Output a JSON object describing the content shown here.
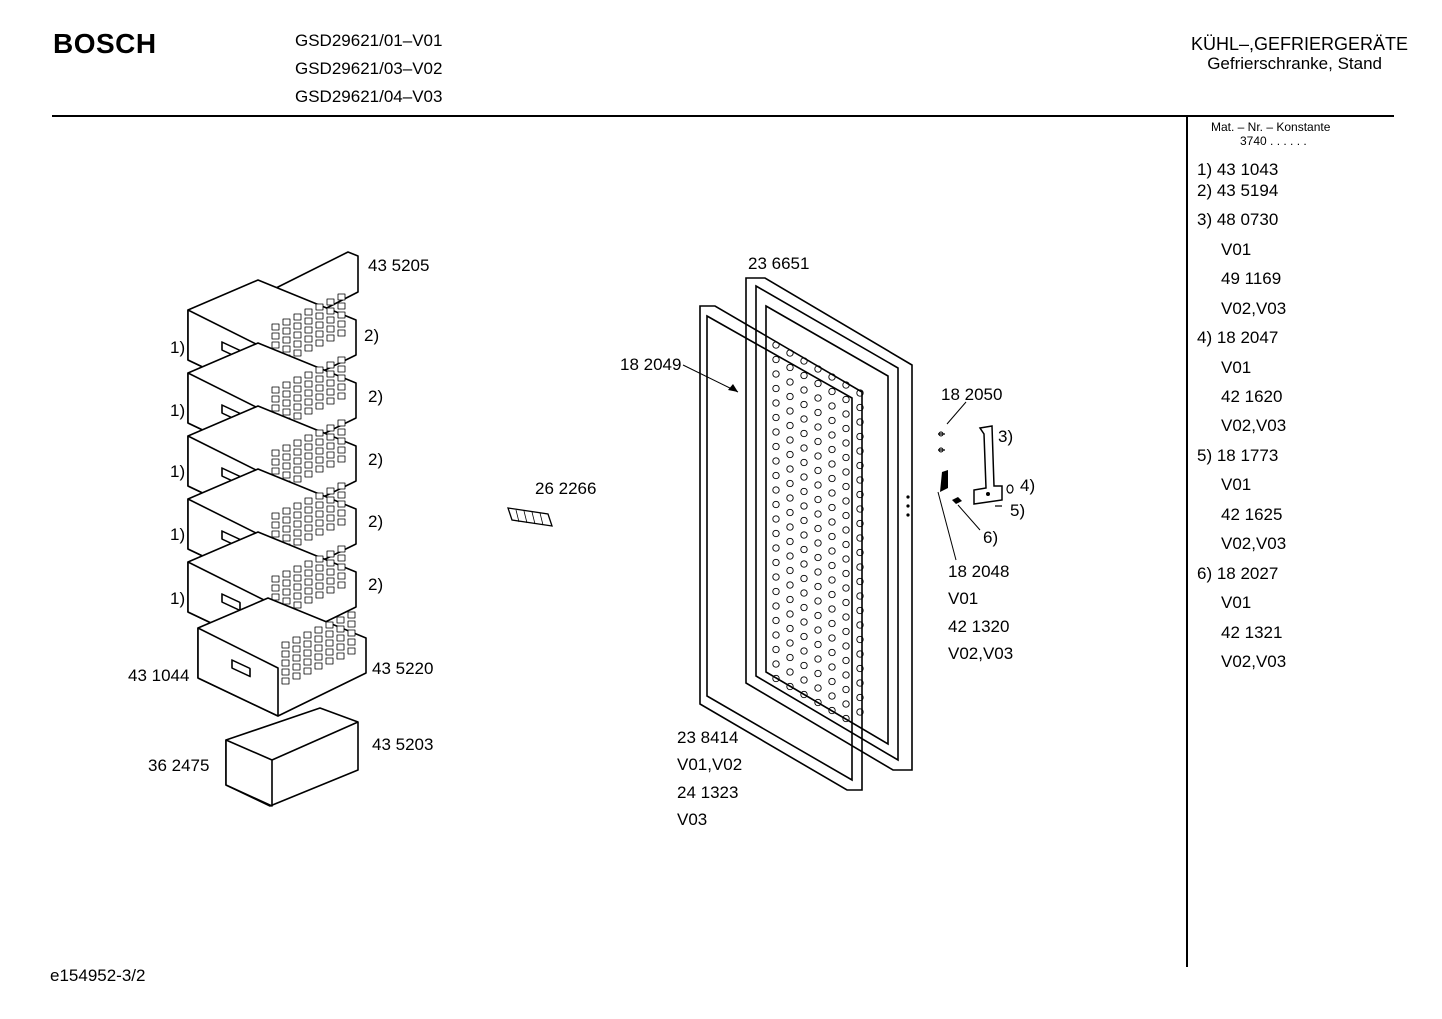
{
  "header": {
    "brand": "BOSCH",
    "models": [
      "GSD29621/01–V01",
      "GSD29621/03–V02",
      "GSD29621/04–V03"
    ],
    "category": "KÜHL–,GEFRIERGERÄTE",
    "subcategory": "Gefrierschranke, Stand"
  },
  "sidebar": {
    "mat_label": "Mat. – Nr. – Konstante",
    "mat_value": "3740 . .  . . . .",
    "parts": [
      "1) 43 1043",
      "2) 43 5194",
      "3) 48 0730",
      "V01",
      "49 1169",
      "V02,V03",
      "4) 18 2047",
      "V01",
      "42 1620",
      "V02,V03",
      "5) 18 1773",
      "V01",
      "42 1625",
      "V02,V03",
      "6) 18 2027",
      "V01",
      "42 1321",
      "V02,V03"
    ]
  },
  "diagram": {
    "left_labels": [
      "43 5205",
      "1)",
      "2)",
      "1)",
      "2)",
      "1)",
      "2)",
      "1)",
      "2)",
      "1)",
      "2)",
      "43 1044",
      "43 5220",
      "36 2475",
      "43 5203"
    ],
    "mid_labels": [
      "26 2266"
    ],
    "door_labels": [
      "23 6651",
      "18 2049",
      "23 8414",
      "V01,V02",
      "24 1323",
      "V03"
    ],
    "hinge_labels": [
      "18 2050",
      "3)",
      "4)",
      "5)",
      "6)",
      "18 2048",
      "V01",
      "42 1320",
      "V02,V03"
    ]
  },
  "footer": {
    "code": "e154952-3/2"
  }
}
